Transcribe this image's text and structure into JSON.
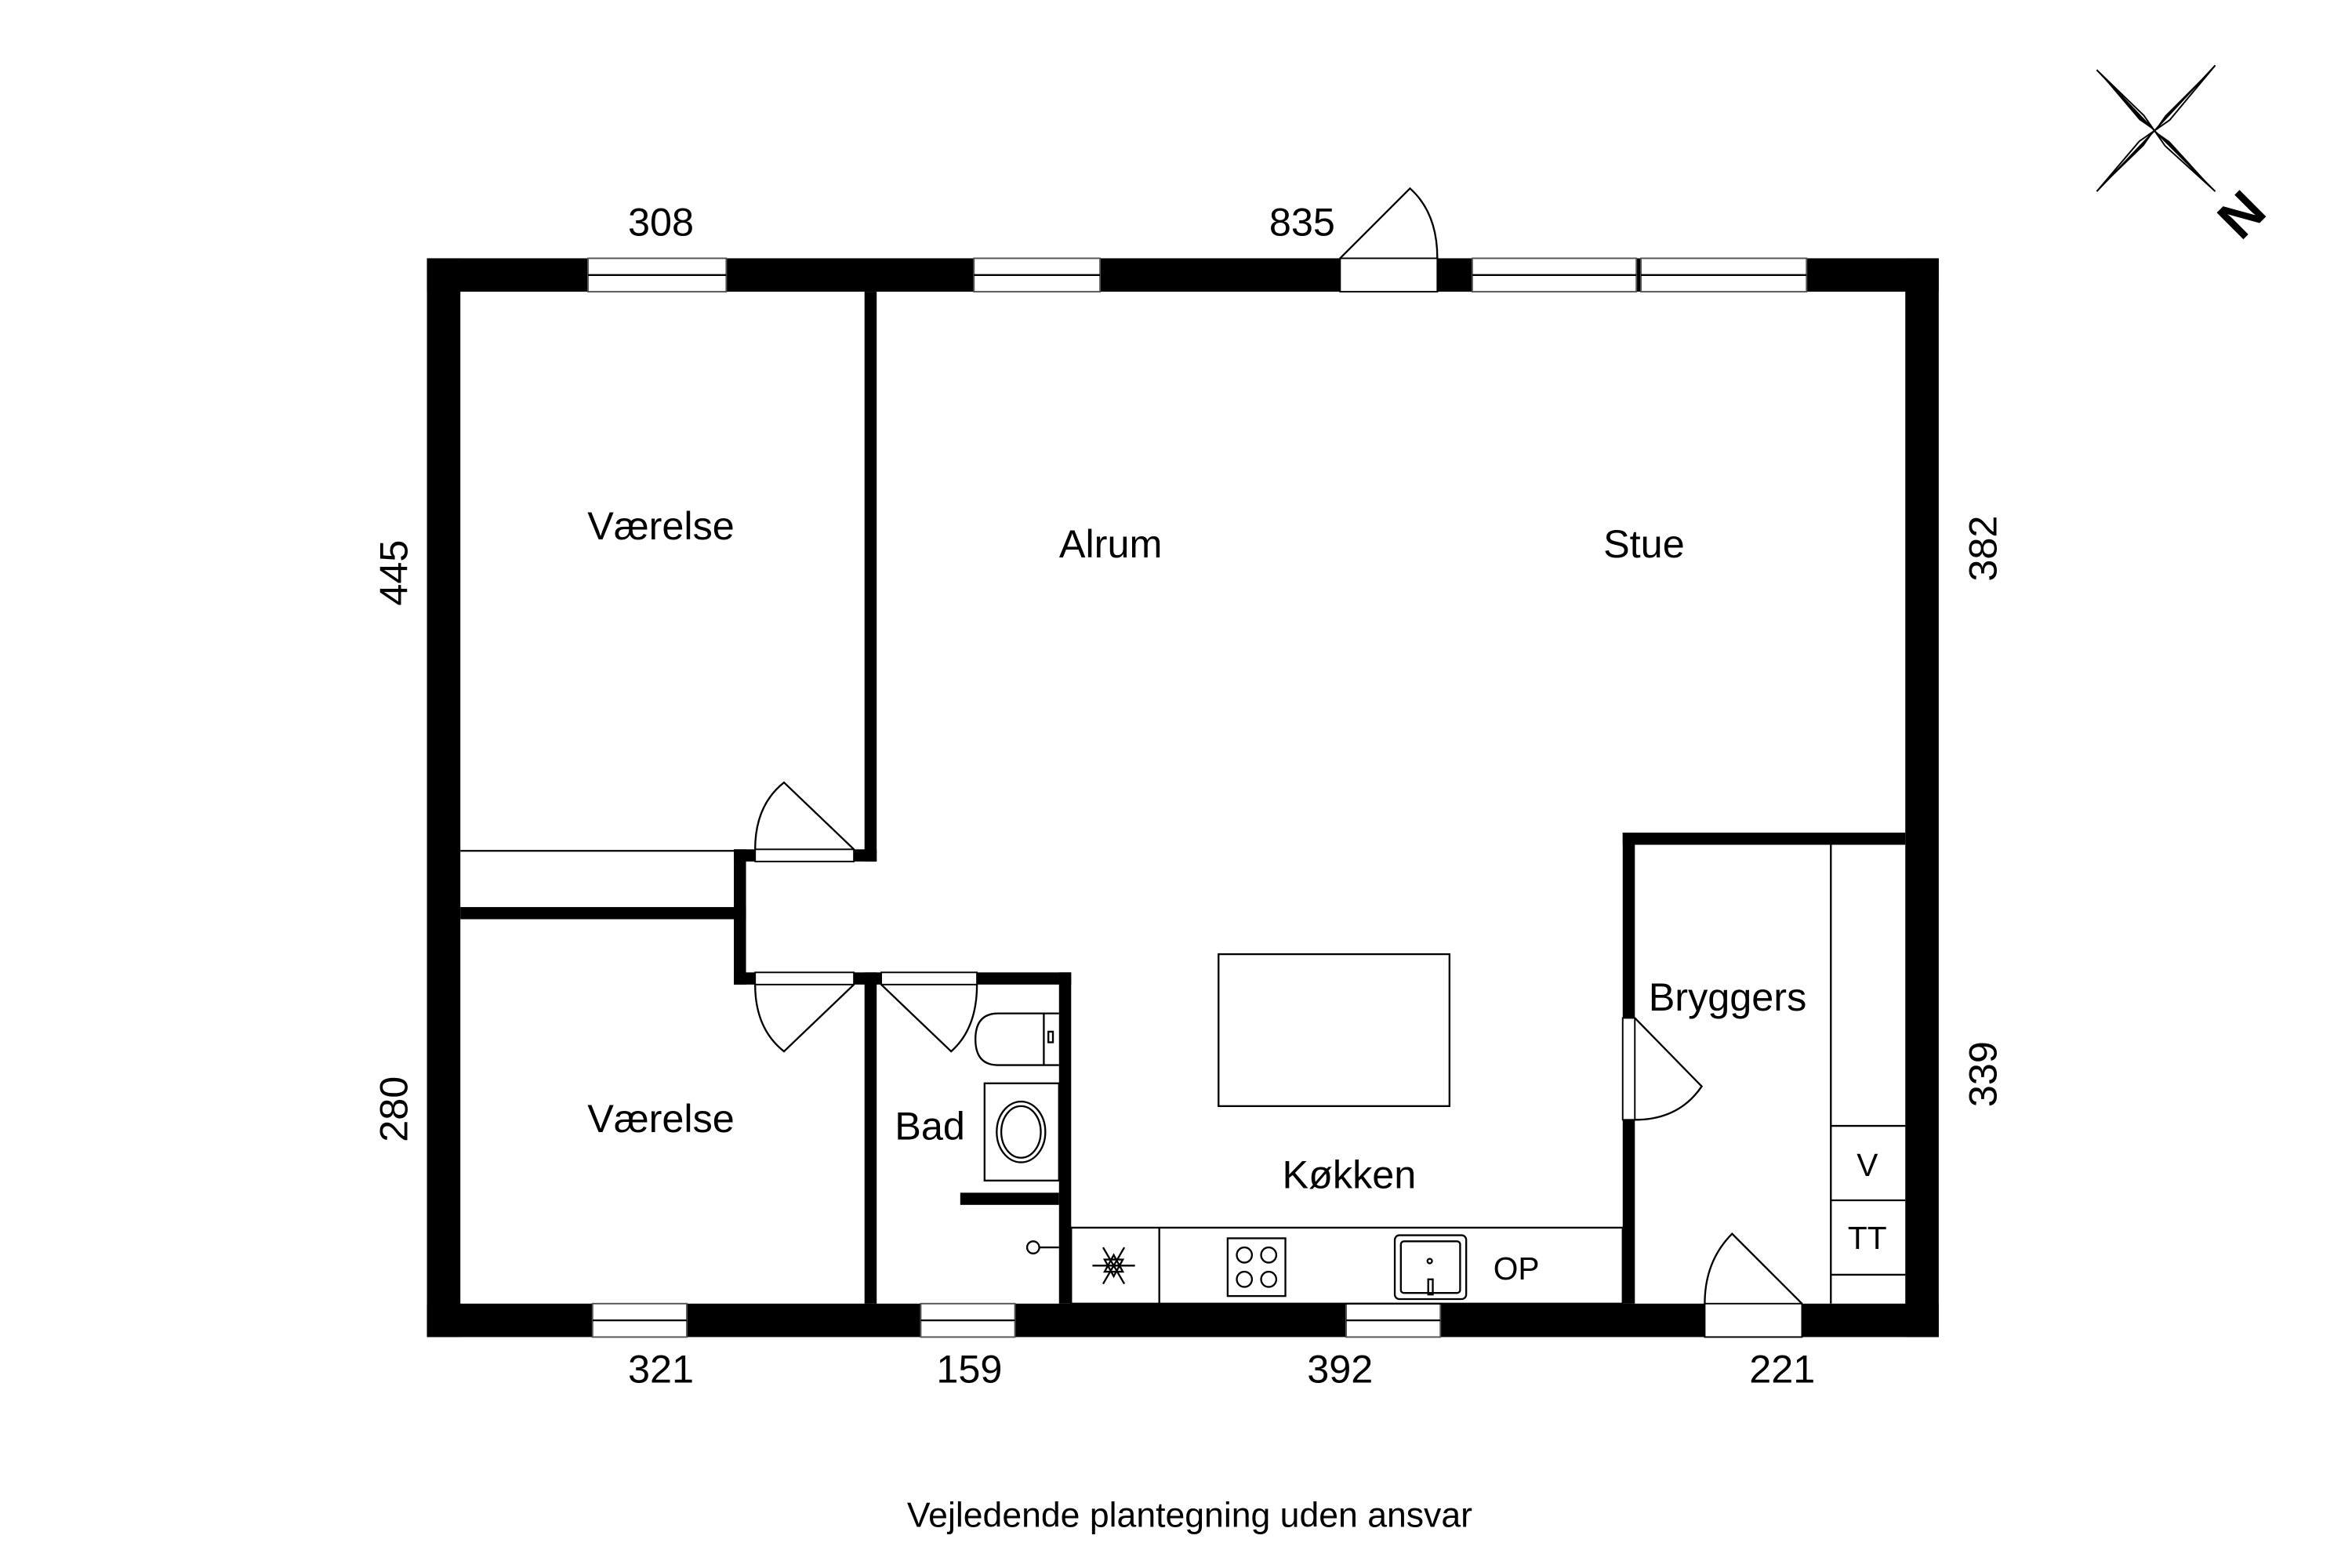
{
  "plan": {
    "rooms": [
      {
        "name": "Værelse",
        "id": "vaerelse-1"
      },
      {
        "name": "Alrum",
        "id": "alrum"
      },
      {
        "name": "Stue",
        "id": "stue"
      },
      {
        "name": "Værelse",
        "id": "vaerelse-2"
      },
      {
        "name": "Bad",
        "id": "bad"
      },
      {
        "name": "Køkken",
        "id": "koekken"
      },
      {
        "name": "Bryggers",
        "id": "bryggers"
      }
    ],
    "fixtures": {
      "oven_label": "OP",
      "washer_label": "V",
      "dryer_label": "TT",
      "fridge_icon": "snowflake-icon",
      "hob_icon": "cooktop-icon",
      "sink_icon": "sink-icon",
      "toilet_icon": "toilet-icon",
      "shower_icon": "shower-icon"
    },
    "dimensions": {
      "top": [
        "308",
        "835"
      ],
      "bottom": [
        "321",
        "159",
        "392",
        "221"
      ],
      "left": [
        "445",
        "280"
      ],
      "right": [
        "382",
        "339"
      ]
    },
    "compass": {
      "label": "N",
      "icon": "compass-rose-icon"
    },
    "footer": "Vejledende plantegning uden ansvar",
    "colors": {
      "wall": "#000000",
      "background": "#ffffff"
    }
  }
}
